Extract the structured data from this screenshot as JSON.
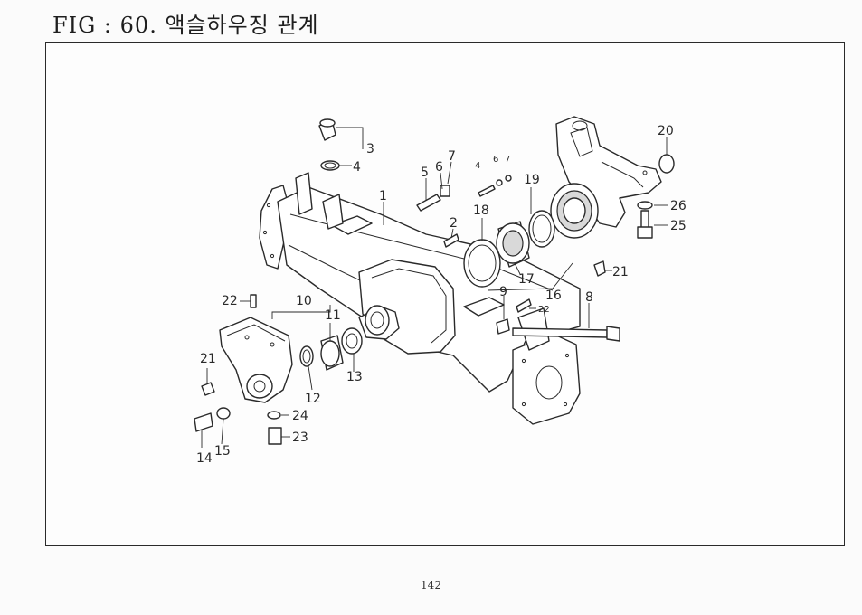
{
  "header": {
    "title": "FIG : 60. 액슬하우징 관계"
  },
  "diagram": {
    "callouts": [
      {
        "id": "c1",
        "label": "1"
      },
      {
        "id": "c2",
        "label": "2"
      },
      {
        "id": "c3",
        "label": "3"
      },
      {
        "id": "c4",
        "label": "4"
      },
      {
        "id": "c4b",
        "label": "4"
      },
      {
        "id": "c5",
        "label": "5"
      },
      {
        "id": "c6",
        "label": "6"
      },
      {
        "id": "c6b",
        "label": "6"
      },
      {
        "id": "c7",
        "label": "7"
      },
      {
        "id": "c7b",
        "label": "7"
      },
      {
        "id": "c8",
        "label": "8"
      },
      {
        "id": "c9",
        "label": "9"
      },
      {
        "id": "c10",
        "label": "10"
      },
      {
        "id": "c11",
        "label": "11"
      },
      {
        "id": "c12",
        "label": "12"
      },
      {
        "id": "c13",
        "label": "13"
      },
      {
        "id": "c14",
        "label": "14"
      },
      {
        "id": "c15",
        "label": "15"
      },
      {
        "id": "c16",
        "label": "16"
      },
      {
        "id": "c17",
        "label": "17"
      },
      {
        "id": "c18",
        "label": "18"
      },
      {
        "id": "c19",
        "label": "19"
      },
      {
        "id": "c20",
        "label": "20"
      },
      {
        "id": "c21",
        "label": "21"
      },
      {
        "id": "c21b",
        "label": "21"
      },
      {
        "id": "c22",
        "label": "22"
      },
      {
        "id": "c22b",
        "label": "22"
      },
      {
        "id": "c23",
        "label": "23"
      },
      {
        "id": "c24",
        "label": "24"
      },
      {
        "id": "c25",
        "label": "25"
      },
      {
        "id": "c26",
        "label": "26"
      }
    ]
  },
  "footer": {
    "page_number": "142"
  }
}
